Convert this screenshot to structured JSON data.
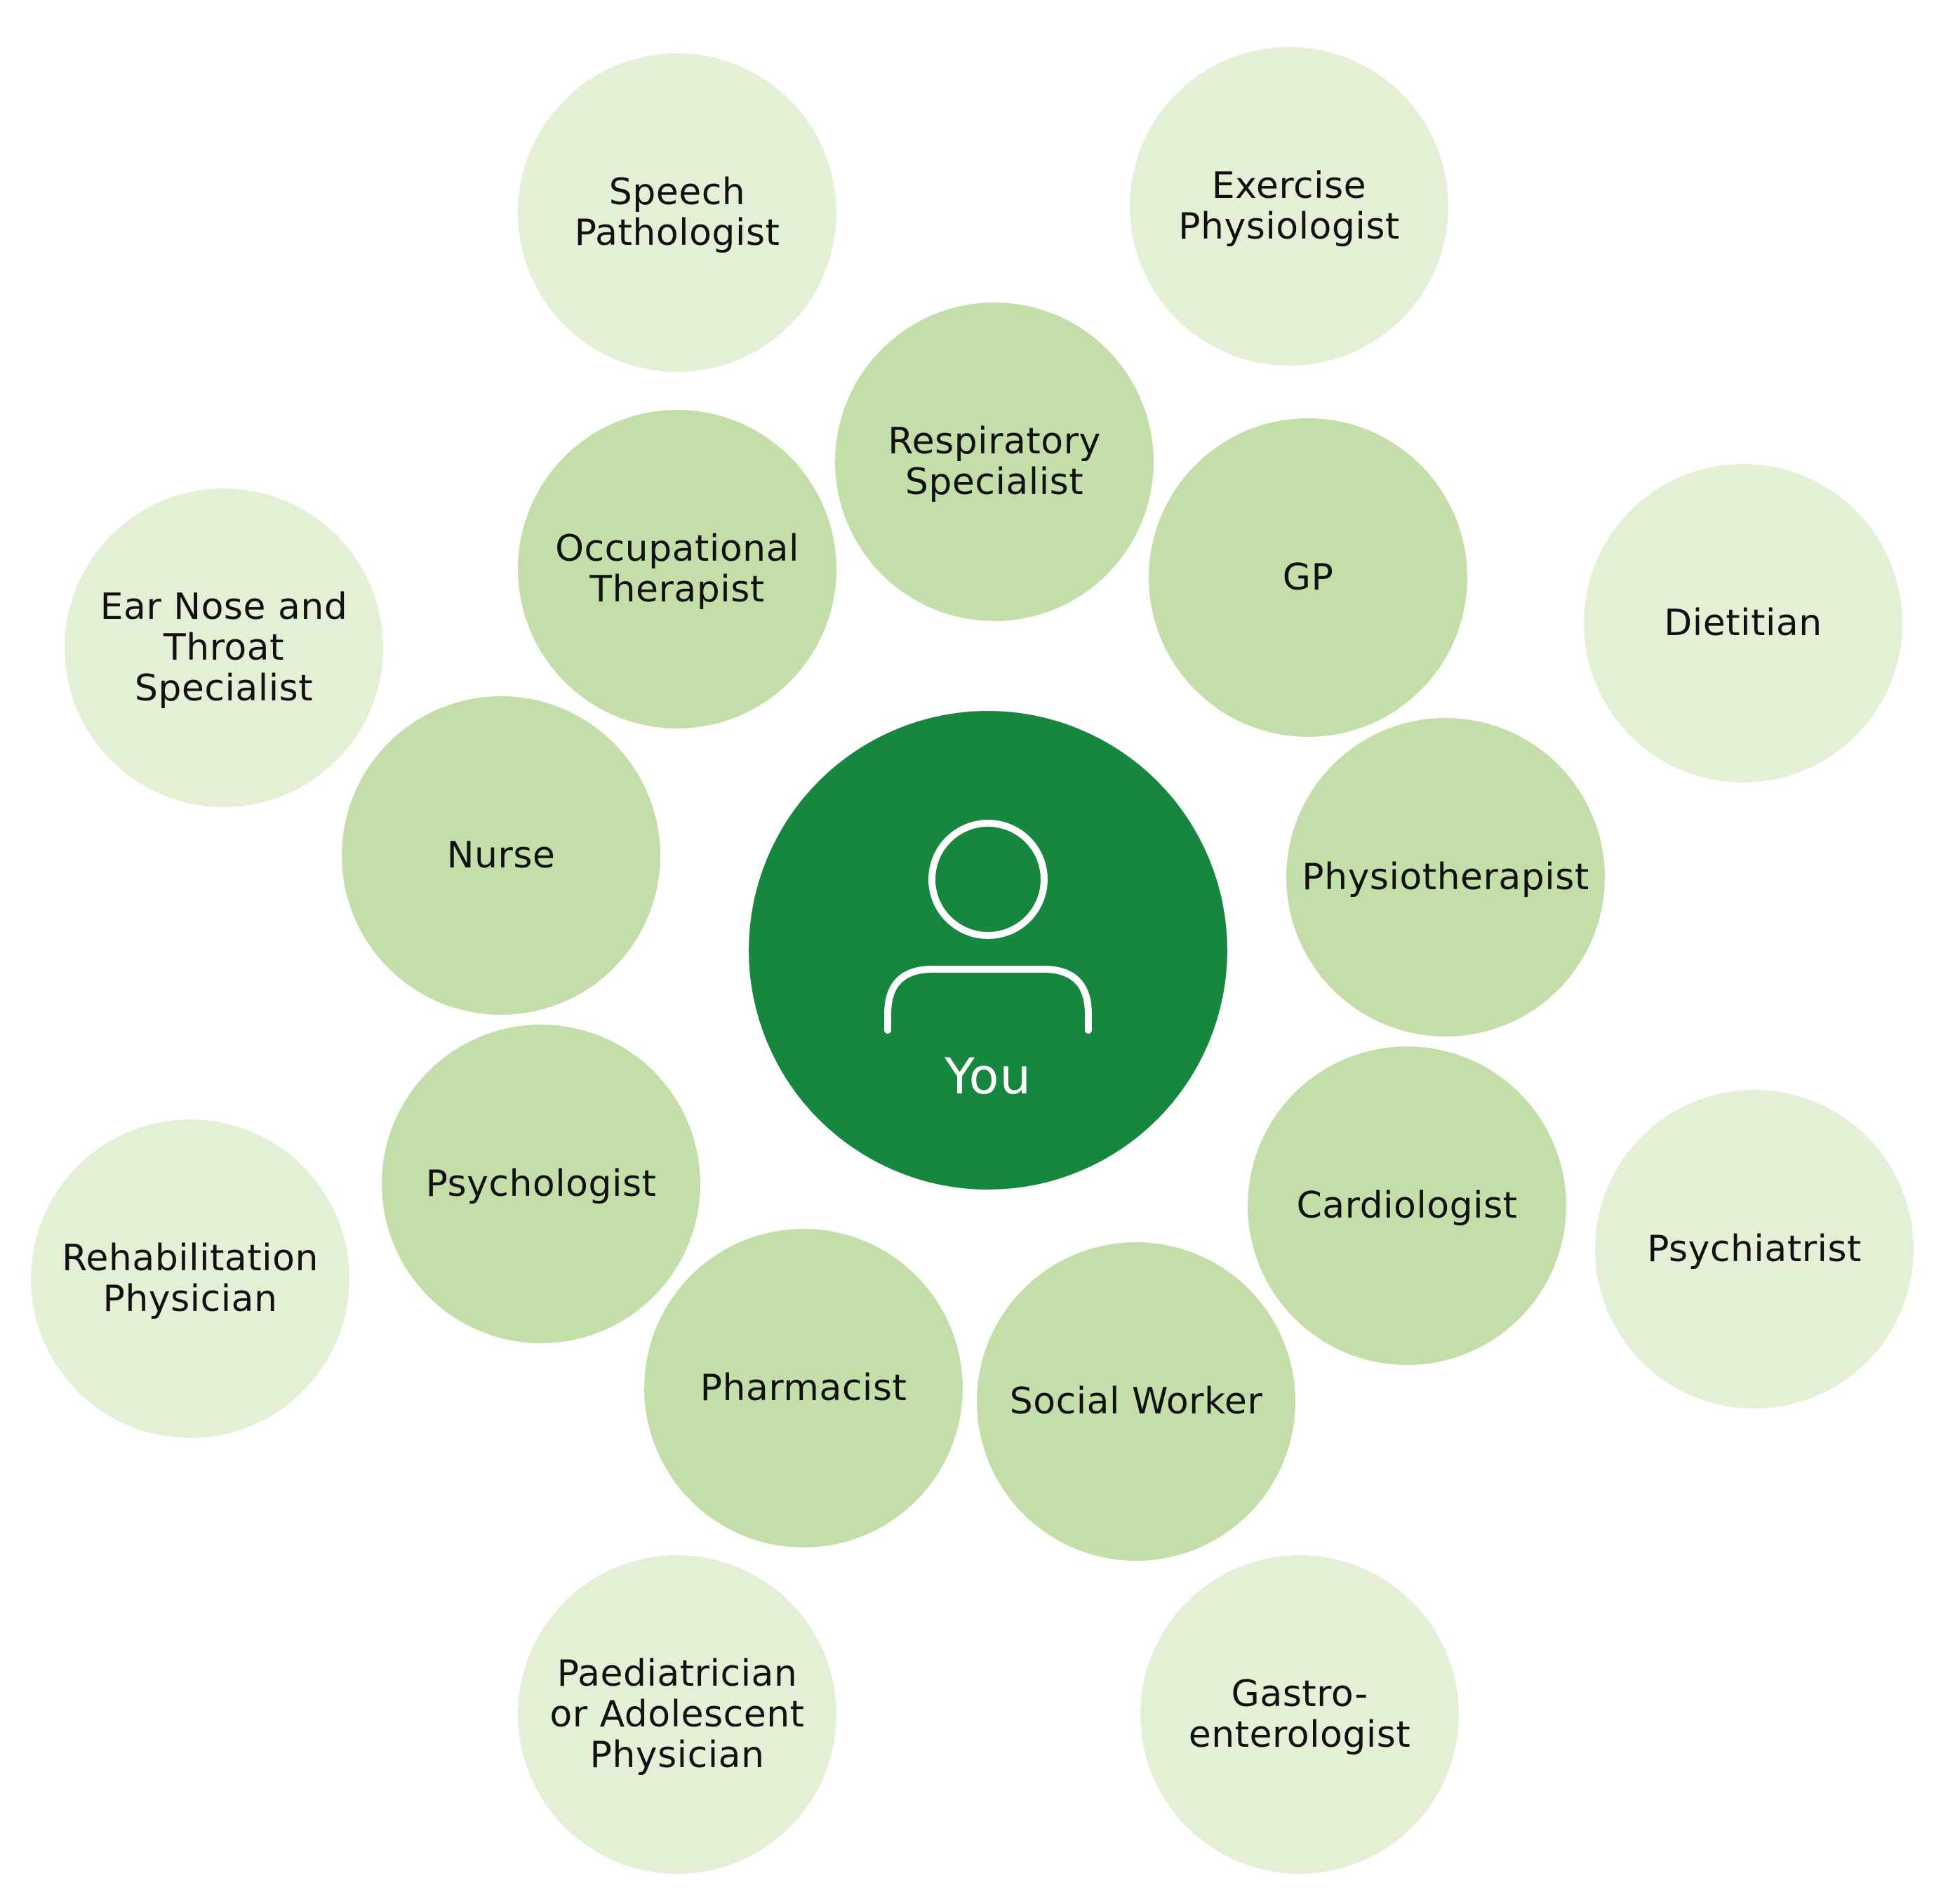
{
  "center": {
    "label": "You",
    "icon": "person-icon",
    "color": "#178740"
  },
  "colors": {
    "inner_ring": "#c3dea8",
    "outer_ring": "#e3f0d6"
  },
  "inner_ring": [
    {
      "id": "respiratory-specialist",
      "label": "Respiratory\nSpecialist"
    },
    {
      "id": "gp",
      "label": "GP"
    },
    {
      "id": "physiotherapist",
      "label": "Physiotherapist"
    },
    {
      "id": "cardiologist",
      "label": "Cardiologist"
    },
    {
      "id": "social-worker",
      "label": "Social Worker"
    },
    {
      "id": "pharmacist",
      "label": "Pharmacist"
    },
    {
      "id": "psychologist",
      "label": "Psychologist"
    },
    {
      "id": "nurse",
      "label": "Nurse"
    },
    {
      "id": "occupational-therapist",
      "label": "Occupational\nTherapist"
    }
  ],
  "outer_ring": [
    {
      "id": "speech-pathologist",
      "label": "Speech\nPathologist"
    },
    {
      "id": "exercise-physiologist",
      "label": "Exercise\nPhysiologist"
    },
    {
      "id": "dietitian",
      "label": "Dietitian"
    },
    {
      "id": "psychiatrist",
      "label": "Psychiatrist"
    },
    {
      "id": "gastroenterologist",
      "label": "Gastro-\nenterologist"
    },
    {
      "id": "paediatrician",
      "label": "Paediatrician\nor Adolescent\nPhysician"
    },
    {
      "id": "rehabilitation-physician",
      "label": "Rehabilitation\nPhysician"
    },
    {
      "id": "ear-nose-throat-specialist",
      "label": "Ear Nose and\nThroat\nSpecialist"
    }
  ]
}
